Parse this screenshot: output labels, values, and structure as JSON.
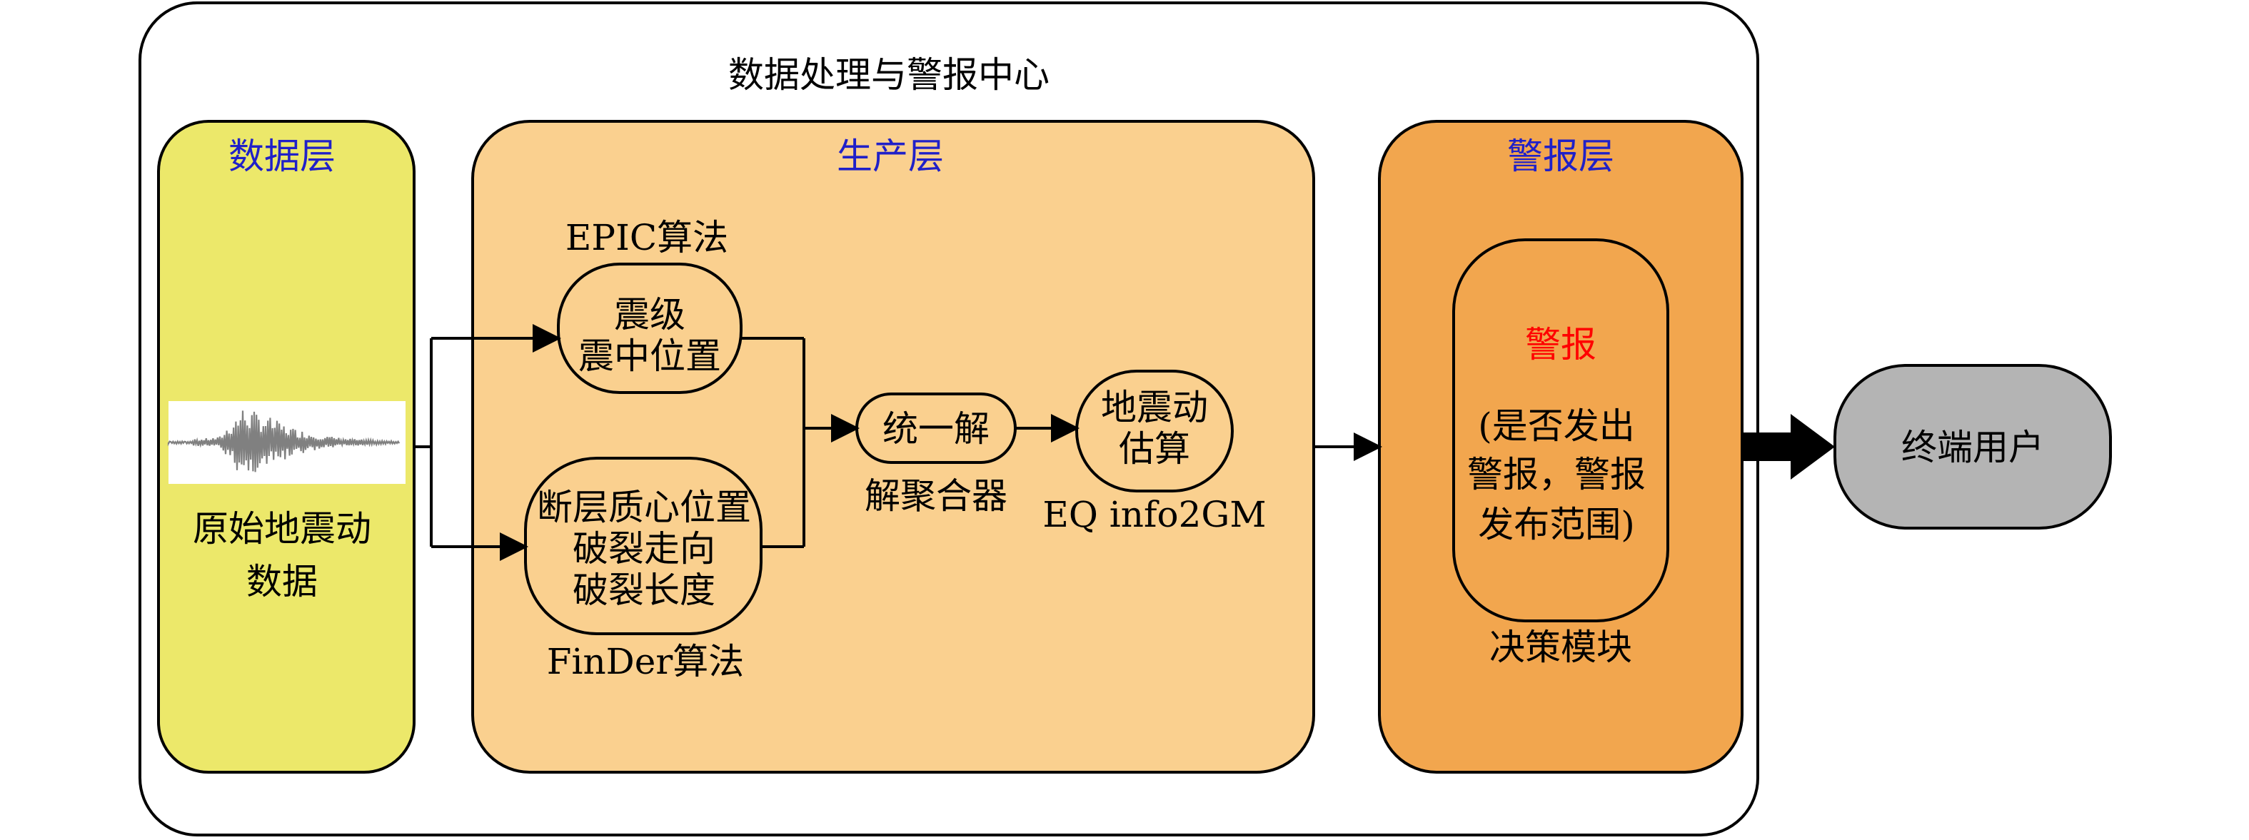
{
  "center_title": "数据处理与警报中心",
  "layers": {
    "data": {
      "label": "数据层",
      "color": "#ece86a"
    },
    "production": {
      "label": "生产层",
      "color": "#fad08f"
    },
    "alert": {
      "label": "警报层",
      "color": "#f2a64e"
    }
  },
  "raw_data": {
    "lines": [
      "原始地震动",
      "数据"
    ]
  },
  "epic": {
    "caption": "EPIC算法",
    "lines": [
      "震级",
      "震中位置"
    ]
  },
  "finder": {
    "caption": "FinDer算法",
    "lines": [
      "断层质心位置",
      "破裂走向",
      "破裂长度"
    ]
  },
  "aggregator": {
    "text": "统一解",
    "caption": "解聚合器"
  },
  "gm": {
    "lines": [
      "地震动",
      "估算"
    ],
    "caption": "EQ info2GM"
  },
  "decision": {
    "title": "警报",
    "lines": [
      "(是否发出",
      "警报，警报",
      "发布范围)"
    ],
    "caption": "决策模块"
  },
  "end_user": {
    "text": "终端用户",
    "color": "#b4b4b4"
  },
  "accent_text_color": "#2020c8",
  "alert_text_color": "#ff0000"
}
